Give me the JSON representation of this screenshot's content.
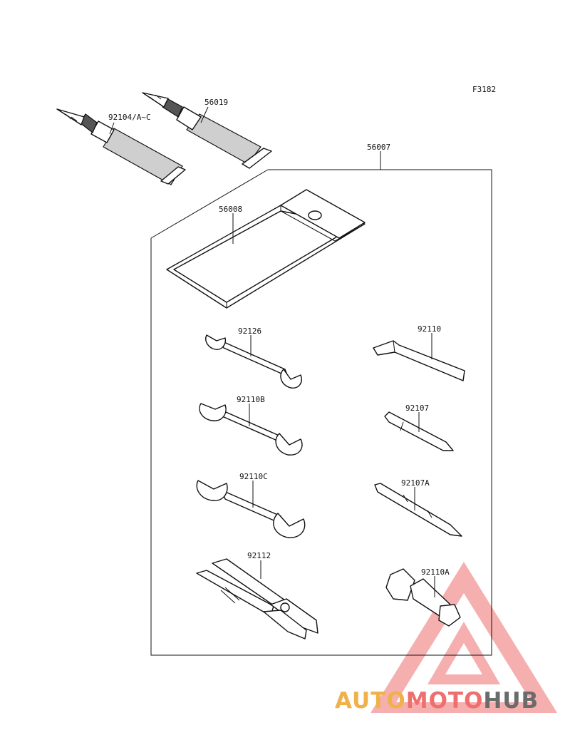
{
  "figure_code": "F3182",
  "parts": {
    "tube_a": "92104/A~C",
    "tube_b": "56019",
    "tool_kit": "56007",
    "pouch": "56008",
    "wrench_1": "92126",
    "wrench_2": "92110B",
    "wrench_3": "92110C",
    "pliers": "92112",
    "hex_key": "92110",
    "screwdriver": "92107",
    "screwdriver_bit": "92107A",
    "plug_wrench": "92110A"
  },
  "watermark": {
    "part1": "AUTO",
    "part2": "MOTO",
    "part3": "HUB",
    "colors": {
      "auto": "#f0b14a",
      "moto": "#ef6e6e",
      "hub": "#6b6b6b"
    }
  }
}
